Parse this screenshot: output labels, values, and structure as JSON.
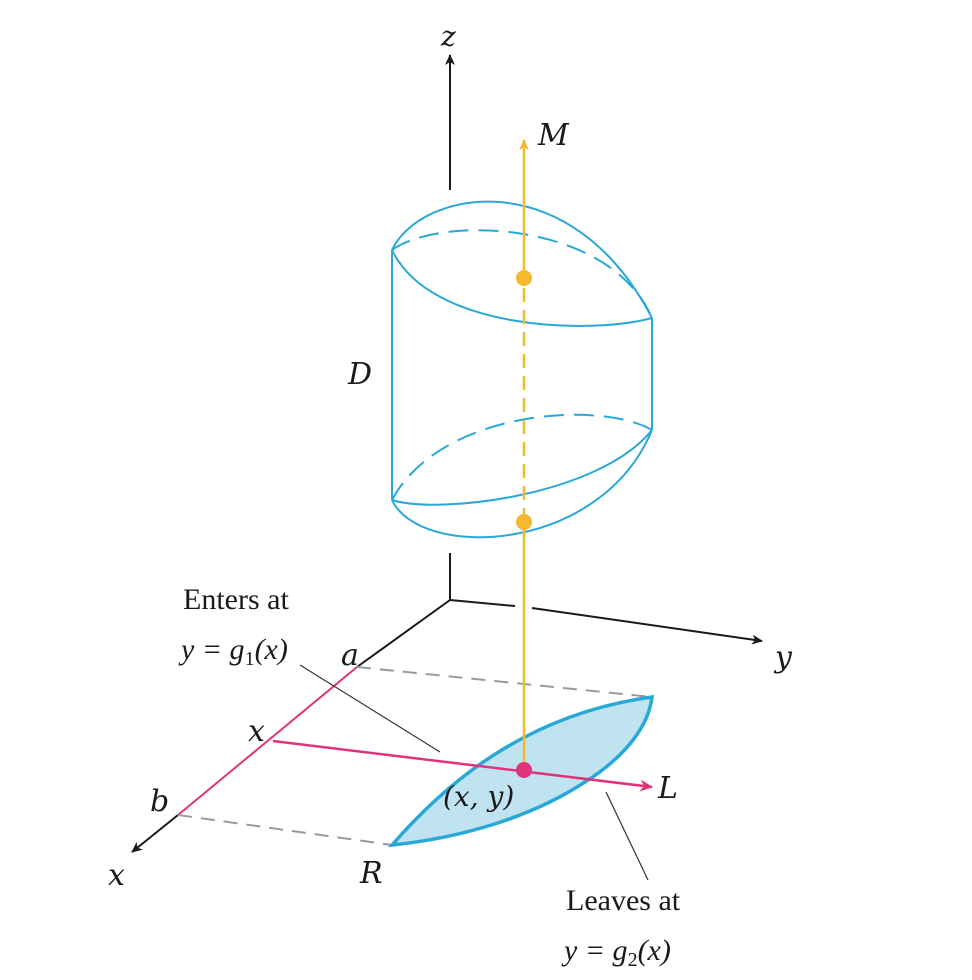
{
  "axes": {
    "z_label": "z",
    "y_label": "y",
    "x_label": "x"
  },
  "labels": {
    "M": "M",
    "D": "D",
    "L": "L",
    "R": "R",
    "a": "a",
    "b": "b",
    "x_mark": "x",
    "point": "(x, y)"
  },
  "annotations": {
    "enters_line1": "Enters at",
    "enters_line2_pre": "y = g",
    "enters_sub": "1",
    "enters_line2_post": "(x)",
    "leaves_line1": "Leaves at",
    "leaves_line2_pre": "y = g",
    "leaves_sub": "2",
    "leaves_line2_post": "(x)"
  },
  "colors": {
    "axis": "#1a1a1a",
    "solid_outline": "#29a8d8",
    "region_fill": "#bfe3f0",
    "line_M": "#f5b82e",
    "line_L": "#e0337a",
    "dashed_guide": "#9a9a9a"
  }
}
